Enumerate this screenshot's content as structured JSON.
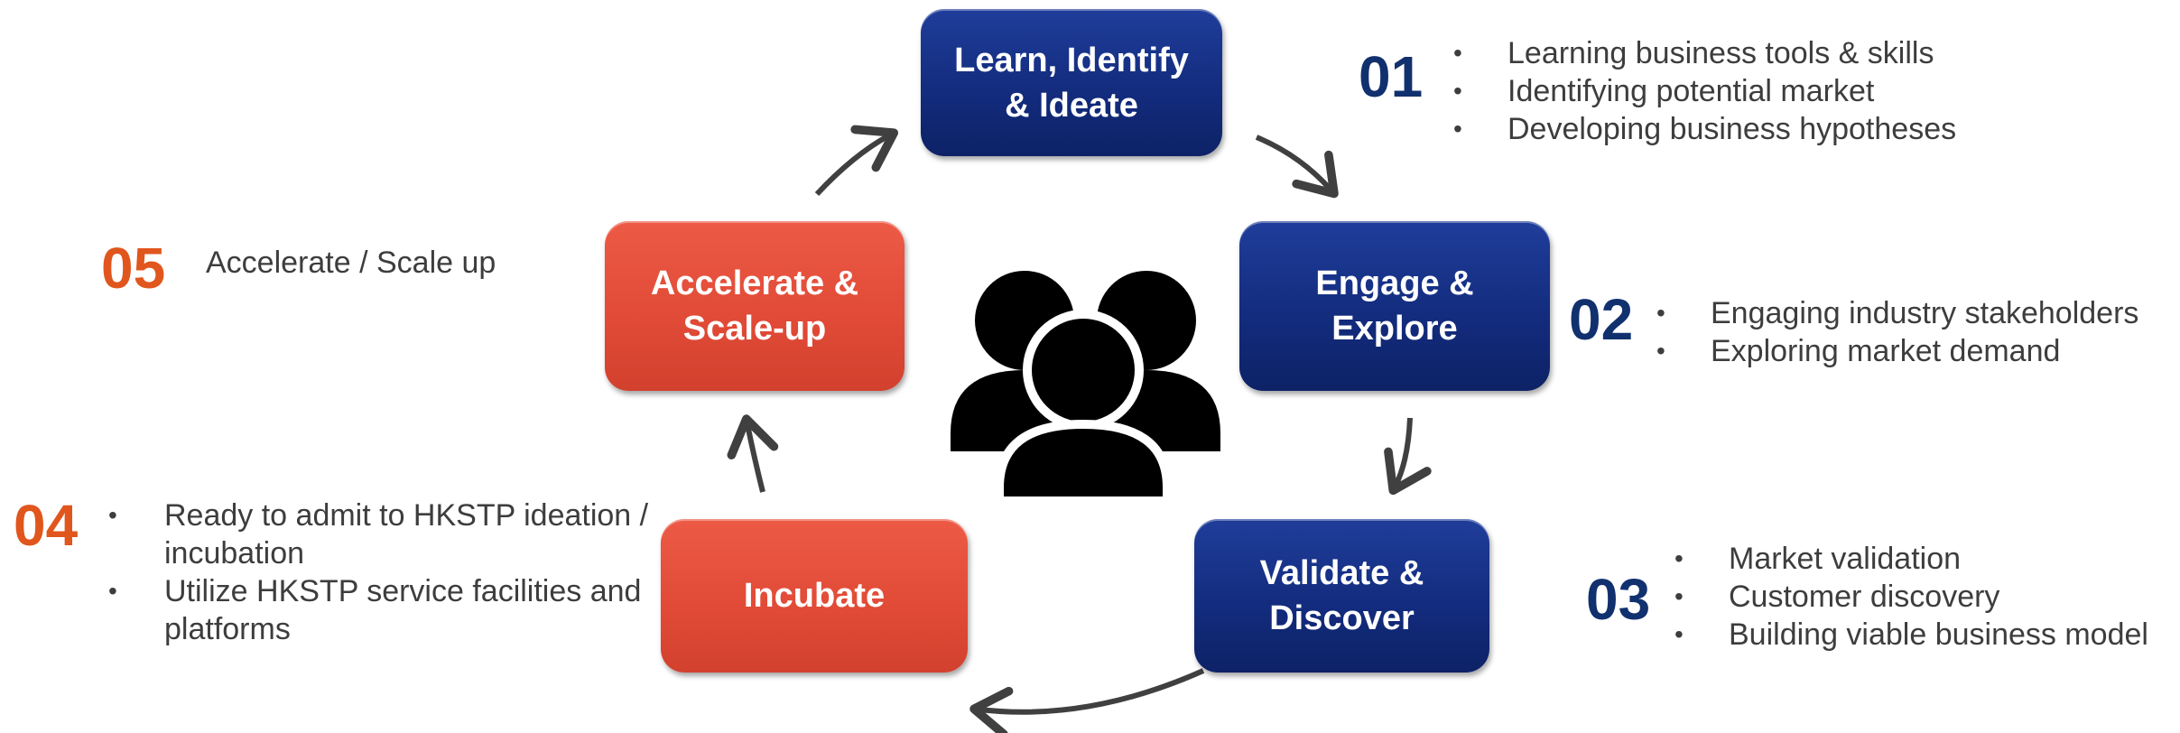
{
  "stages": {
    "learn": {
      "line1": "Learn, Identify",
      "line2": "& Ideate"
    },
    "engage": {
      "line1": "Engage &",
      "line2": "Explore"
    },
    "validate": {
      "line1": "Validate &",
      "line2": "Discover"
    },
    "incubate": {
      "line1": "Incubate"
    },
    "accelerate": {
      "line1": "Accelerate &",
      "line2": "Scale-up"
    }
  },
  "details": {
    "d01": {
      "number": "01",
      "bullets": [
        "Learning business tools & skills",
        "Identifying potential market",
        "Developing business hypotheses"
      ]
    },
    "d02": {
      "number": "02",
      "bullets": [
        "Engaging industry stakeholders",
        "Exploring market demand"
      ]
    },
    "d03": {
      "number": "03",
      "bullets": [
        "Market validation",
        "Customer discovery",
        "Building viable business model"
      ]
    },
    "d04": {
      "number": "04",
      "bullets": [
        "Ready to admit to HKSTP ideation / incubation",
        "Utilize HKSTP service facilities and platforms"
      ]
    },
    "d05": {
      "number": "05",
      "text": "Accelerate / Scale up"
    }
  },
  "colors": {
    "navy": "#132c7e",
    "red": "#e04a36",
    "number_blue": "#11306e",
    "number_orange": "#e0561d",
    "arrow": "#404040"
  },
  "icons": {
    "center": "group-people-icon"
  }
}
